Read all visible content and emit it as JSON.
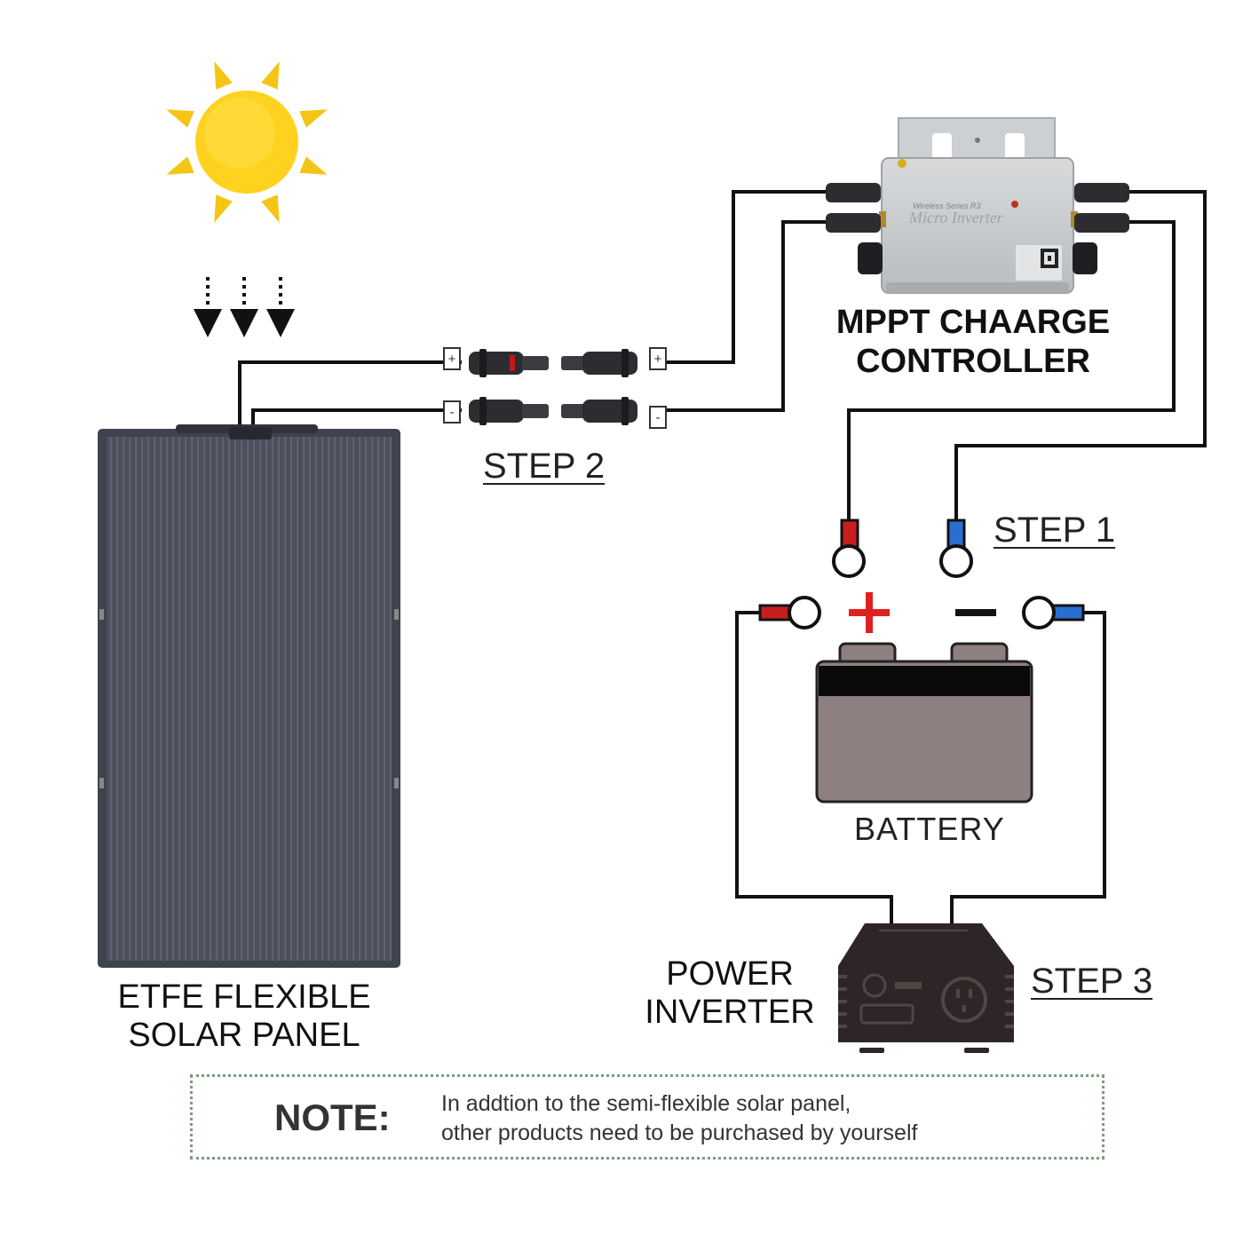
{
  "labels": {
    "controller_line1": "MPPT CHAARGE",
    "controller_line2": "CONTROLLER",
    "step2": "STEP 2",
    "step1": "STEP 1",
    "step3": "STEP 3",
    "battery": "BATTERY",
    "inverter_line1": "POWER",
    "inverter_line2": "INVERTER",
    "panel_line1": "ETFE FLEXIBLE",
    "panel_line2": "SOLAR PANEL"
  },
  "device_text": {
    "series": "Wireless Series R3",
    "model": "Micro Inverter"
  },
  "note": {
    "label": "NOTE:",
    "line1": "In addtion to the semi-flexible solar panel,",
    "line2": "other products need to be purchased by yourself"
  },
  "colors": {
    "sun": "#ffd21f",
    "sun_rays": "#f5c516",
    "panel": "#4a4e5a",
    "battery_body": "#8e7f80",
    "positive": "#e02020",
    "negative": "#2a6fd0",
    "wire": "#111111",
    "note_border": "#7a9e7a"
  },
  "icons": [
    "sun-icon",
    "sunlight-arrows-icon",
    "solar-panel",
    "mc4-connector",
    "micro-inverter",
    "ring-terminal",
    "battery-icon",
    "power-inverter-icon"
  ]
}
